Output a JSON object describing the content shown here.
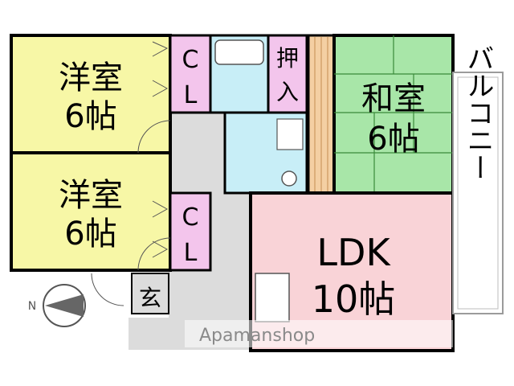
{
  "rooms": {
    "western_room_1": {
      "name": "洋室",
      "size": "6帖",
      "color": "#f7f7a6"
    },
    "western_room_2": {
      "name": "洋室",
      "size": "6帖",
      "color": "#f7f7a6"
    },
    "japanese_room": {
      "name": "和室",
      "size": "6帖",
      "color": "#a8e6a8"
    },
    "ldk": {
      "name": "LDK",
      "size": "10帖",
      "color": "#f9d3d7"
    },
    "balcony": {
      "name": "バルコニー"
    },
    "closet_1": {
      "label_top": "C",
      "label_bottom": "L",
      "color": "#f3c5ec"
    },
    "closet_2": {
      "label_top": "C",
      "label_bottom": "L",
      "color": "#f3c5ec"
    },
    "oshiire": {
      "label_top": "押",
      "label_bottom": "入",
      "color": "#f3c5ec"
    },
    "entrance": {
      "label": "玄"
    },
    "bathroom": {
      "color": "#c8eef7"
    }
  },
  "compass": {
    "label": "N"
  },
  "watermark": {
    "text": "Apamanshop"
  },
  "colors": {
    "wall": "#000000",
    "hallway": "#dcdcdc",
    "floor_border": "#9b9b9b"
  }
}
